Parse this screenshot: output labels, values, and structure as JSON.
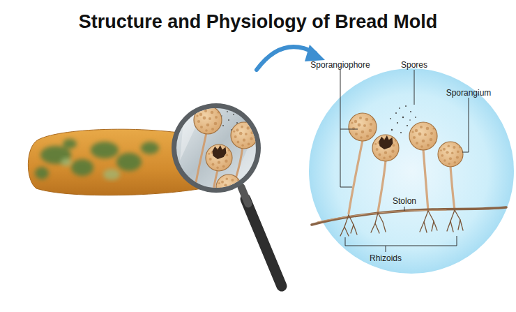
{
  "diagram": {
    "title": "Structure and Physiology of Bread Mold",
    "labels": [
      "Sporangiophore",
      "Spores",
      "Sporangium",
      "Stolon",
      "Rhizoids"
    ]
  }
}
